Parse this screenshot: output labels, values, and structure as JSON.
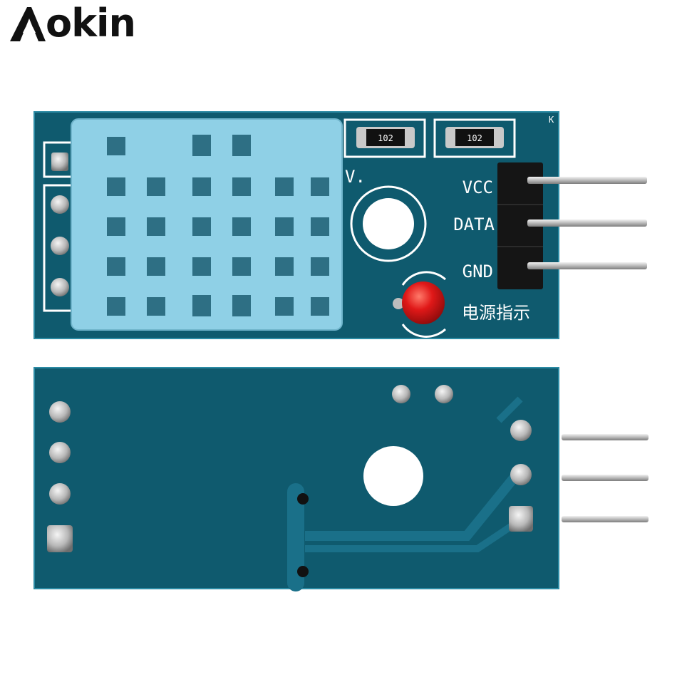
{
  "logo": {
    "brand_text": "okin",
    "brand_full": "Aokin"
  },
  "front_board": {
    "pin_labels": [
      "VCC",
      "DATA",
      "GND"
    ],
    "resistor_codes": [
      "102",
      "102"
    ],
    "power_indicator_label": "电源指示",
    "corner_mark": "K",
    "mount_mark": "V."
  },
  "colors": {
    "pcb": "#0f5a6e",
    "pcb_edge": "#17758c",
    "sensor_body": "#8fd0e6",
    "led": "#e01818",
    "header": "#151515",
    "pin_metal": "#c8c8c8"
  }
}
